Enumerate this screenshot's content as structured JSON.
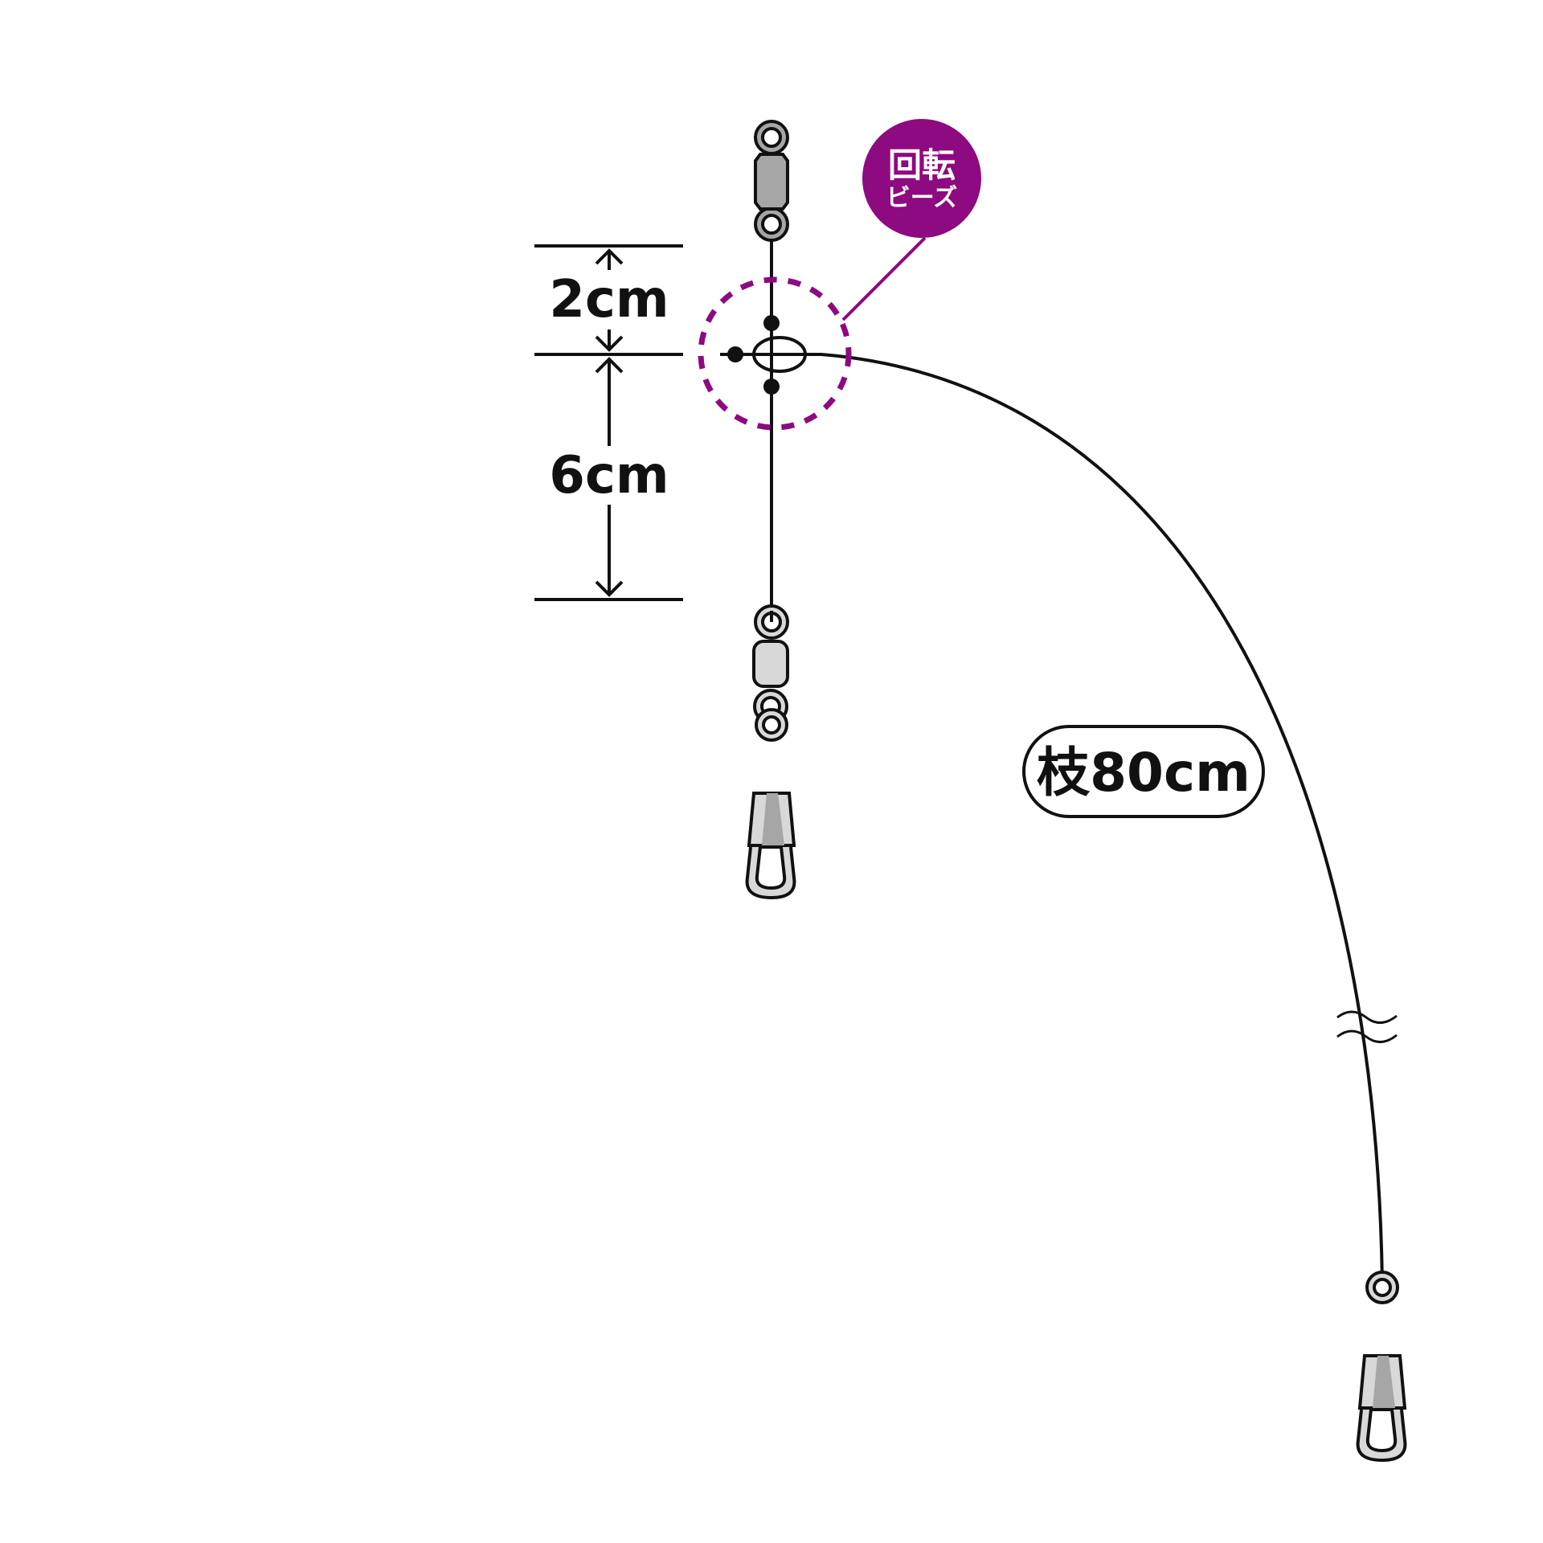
{
  "diagram": {
    "dimensions": {
      "upper": "2cm",
      "lower": "6cm"
    },
    "badge": {
      "line1": "回転",
      "line2": "ビーズ"
    },
    "branch_label": "枝80cm"
  },
  "colors": {
    "accent": "#8e0a80",
    "line": "#111111",
    "metal_dark": "#a6a6a6",
    "metal_light": "#d8d8d8"
  }
}
